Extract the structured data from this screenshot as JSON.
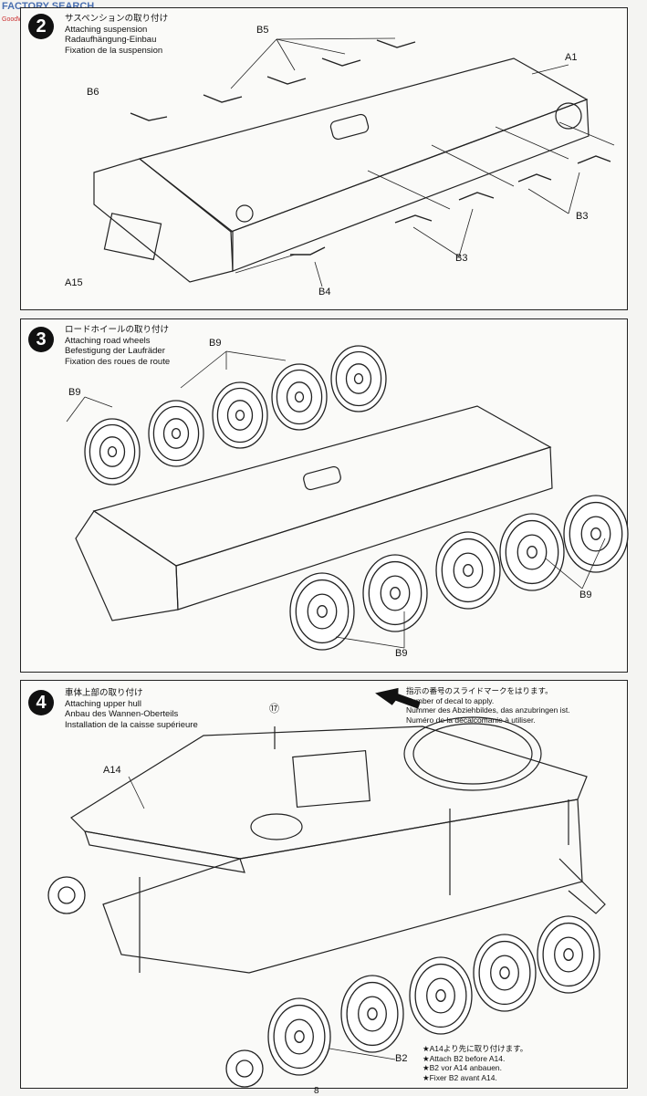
{
  "watermark": {
    "text": "FACTORY SEARCH",
    "sub": "GoodWares",
    "brand_color": "#4a6fb0"
  },
  "steps": [
    {
      "number": "2",
      "title_ja": "サスペンションの取り付け",
      "title_en": "Attaching suspension",
      "title_de": "Radaufhängung-Einbau",
      "title_fr": "Fixation de la suspension",
      "labels": {
        "b5": "B5",
        "a1": "A1",
        "b6": "B6",
        "b3a": "B3",
        "b3b": "B3",
        "a15": "A15",
        "b4": "B4"
      }
    },
    {
      "number": "3",
      "title_ja": "ロードホイールの取り付け",
      "title_en": "Attaching road wheels",
      "title_de": "Befestigung der Laufräder",
      "title_fr": "Fixation des roues de route",
      "labels": {
        "b9a": "B9",
        "b9b": "B9",
        "b9c": "B9",
        "b9d": "B9"
      }
    },
    {
      "number": "4",
      "title_ja": "車体上部の取り付け",
      "title_en": "Attaching upper hull",
      "title_de": "Anbau des Wannen-Oberteils",
      "title_fr": "Installation de la caisse supérieure",
      "labels": {
        "a14": "A14",
        "b2": "B2",
        "decal": "⑰"
      },
      "decal_note": {
        "ja": "指示の番号のスライドマークをはります。",
        "en": "Number of decal to apply.",
        "de": "Nummer des Abziehbildes, das anzubringen ist.",
        "fr": "Numéro de la décalcomanie à utiliser."
      },
      "b2_note": {
        "ja": "★A14より先に取り付けます。",
        "en": "★Attach B2 before A14.",
        "de": "★B2 vor A14 anbauen.",
        "fr": "★Fixer B2 avant A14."
      }
    }
  ],
  "page_number": "8"
}
